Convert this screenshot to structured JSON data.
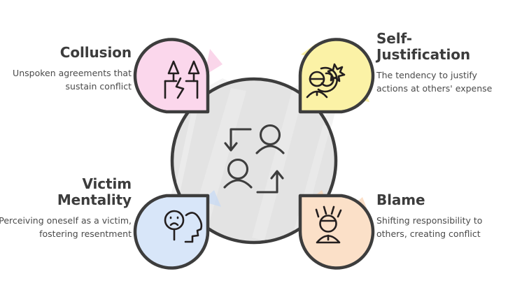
{
  "diagram": {
    "type": "cycle-infographic",
    "center": {
      "icon": "two-people-cycle-icon",
      "fill_color": "#e3e3e3",
      "stroke_color": "#3d3d3d"
    },
    "nodes": [
      {
        "id": "collusion",
        "title": "Collusion",
        "description": "Unspoken agreements that sustain conflict",
        "icon": "broken-trees-icon",
        "fill_color": "#fbd7ec",
        "accent_color": "#f9c7e3",
        "stroke_color": "#3d3d3d",
        "position": "top-left",
        "text_align": "right"
      },
      {
        "id": "self-justification",
        "title": "Self-\nJustification",
        "description": "The tendency to justify actions at others' expense",
        "icon": "person-star-swirl-icon",
        "fill_color": "#fbf2a6",
        "accent_color": "#f8ec8a",
        "stroke_color": "#3d3d3d",
        "position": "top-right",
        "text_align": "left"
      },
      {
        "id": "victim-mentality",
        "title": "Victim\nMentality",
        "description": "Perceiving oneself as a victim, fostering resentment",
        "icon": "sad-face-head-icon",
        "fill_color": "#d8e6f9",
        "accent_color": "#c6daf6",
        "stroke_color": "#3d3d3d",
        "position": "bottom-left",
        "text_align": "right"
      },
      {
        "id": "blame",
        "title": "Blame",
        "description": "Shifting responsibility to others, creating conflict",
        "icon": "angry-person-icon",
        "fill_color": "#fbe0c8",
        "accent_color": "#f9d3b2",
        "stroke_color": "#3d3d3d",
        "position": "bottom-right",
        "text_align": "left"
      }
    ]
  },
  "colors": {
    "background": "#ffffff",
    "title_text": "#3c3c3c",
    "body_text": "#4a4a4a",
    "outline": "#3d3d3d",
    "center_fill": "#e3e3e3",
    "center_accent": "#ededed"
  }
}
